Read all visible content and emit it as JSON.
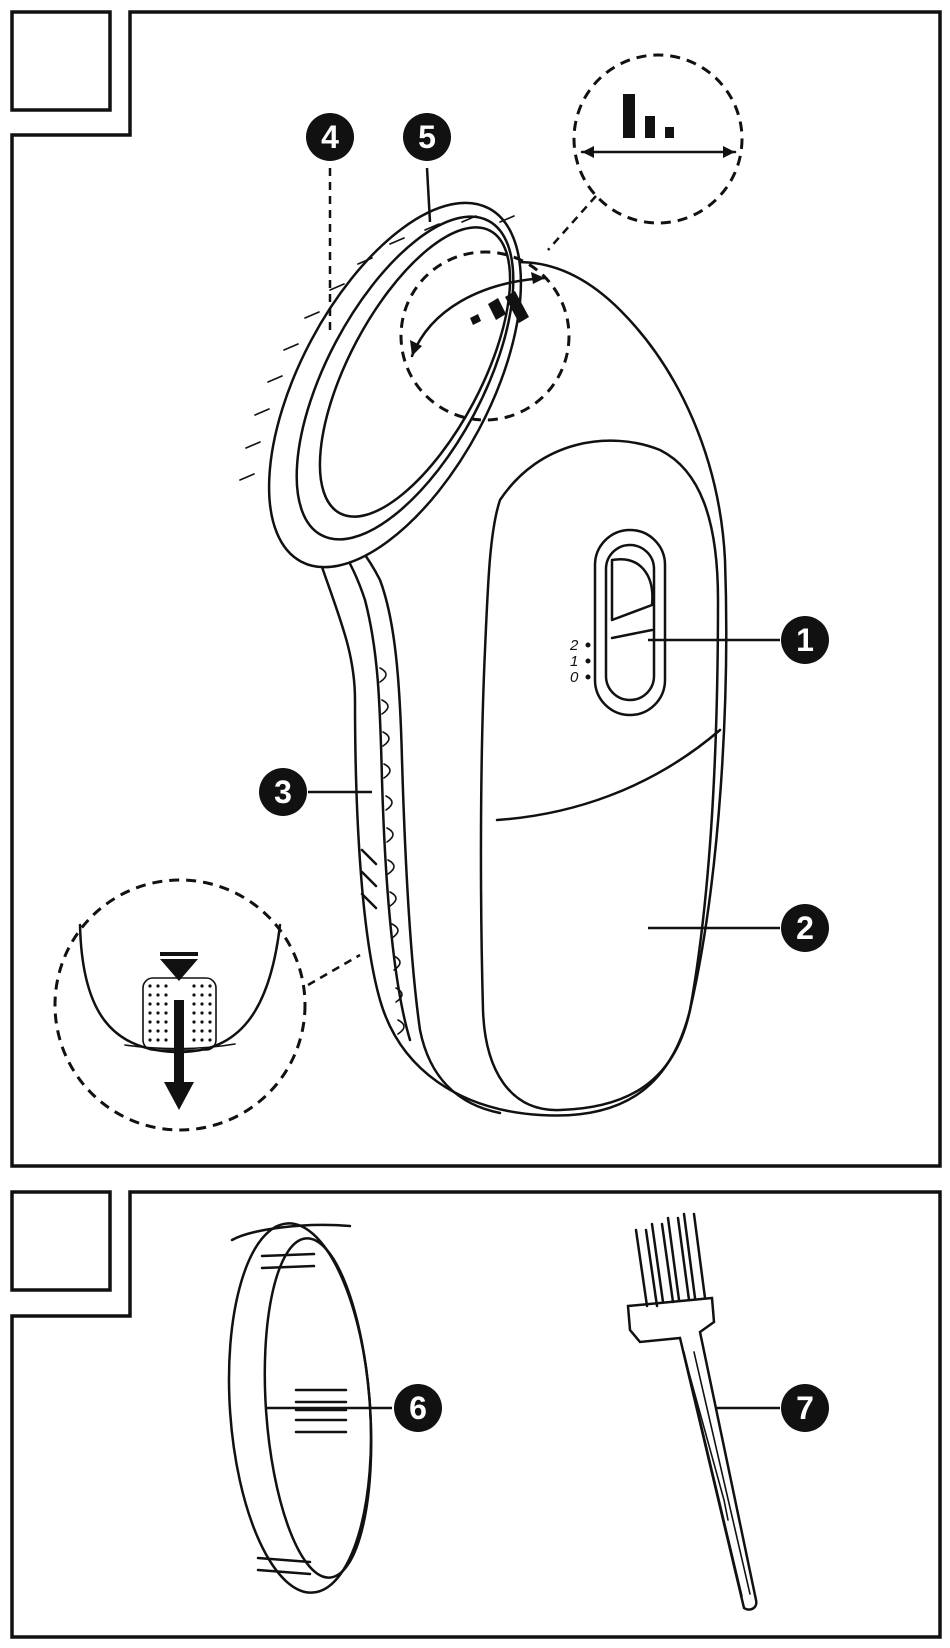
{
  "figure": {
    "top_panel": {
      "components": [
        {
          "number": "1",
          "part": "switch"
        },
        {
          "number": "2",
          "part": "lint-container"
        },
        {
          "number": "3",
          "part": "housing-grip"
        },
        {
          "number": "4",
          "part": "cutting-height-ring"
        },
        {
          "number": "5",
          "part": "shaving-head"
        }
      ],
      "switch_scale": [
        "2",
        "1",
        "0"
      ]
    },
    "bottom_panel": {
      "components": [
        {
          "number": "6",
          "part": "spacer-ring"
        },
        {
          "number": "7",
          "part": "cleaning-brush"
        }
      ]
    }
  },
  "colors": {
    "line": "#111111",
    "background": "#ffffff",
    "callout_fill": "#111111",
    "callout_text": "#ffffff"
  }
}
